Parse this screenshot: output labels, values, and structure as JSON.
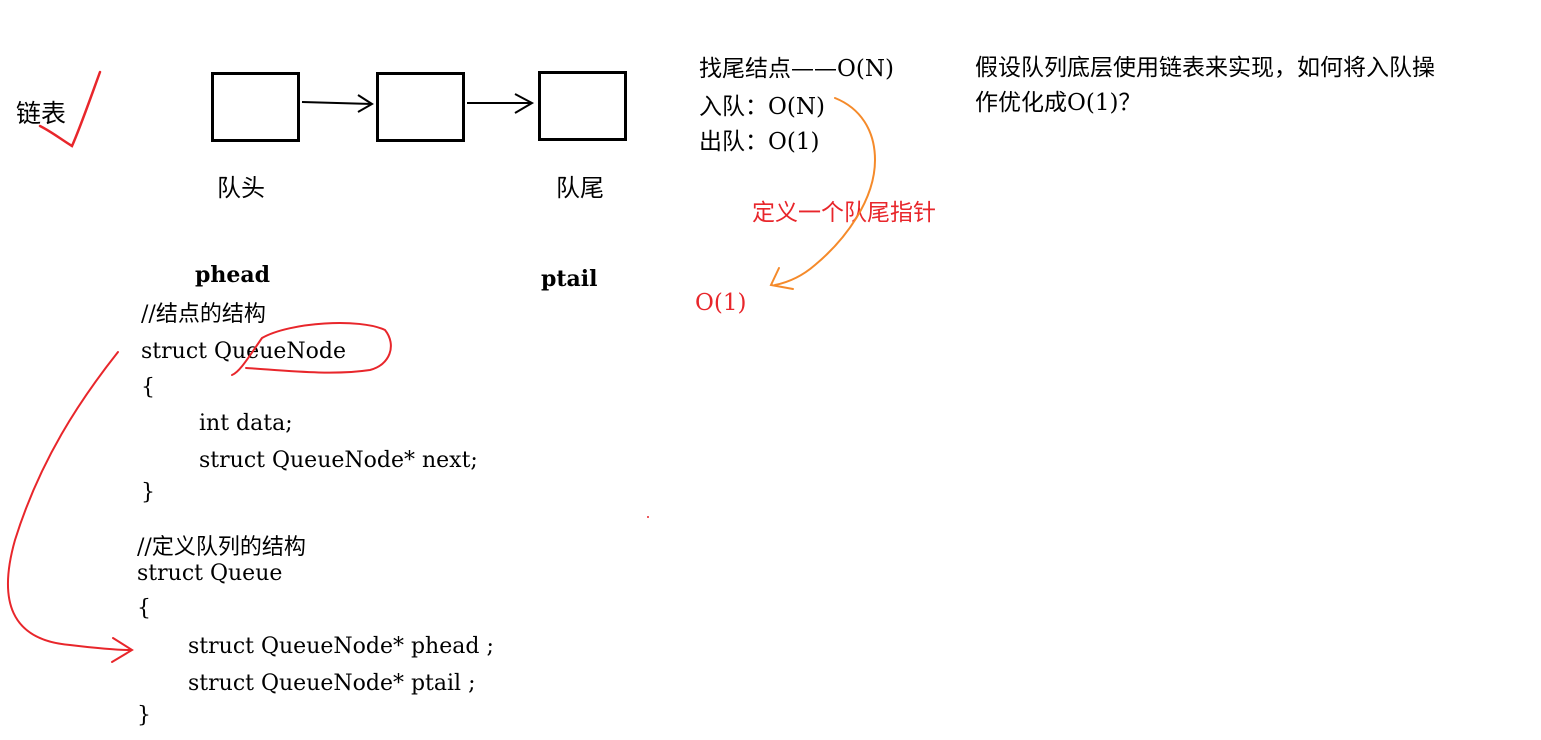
{
  "left_label": "链表",
  "nodes": {
    "head_label": "队头",
    "tail_label": "队尾",
    "head_ptr": "phead",
    "tail_ptr": "ptail"
  },
  "complexity": {
    "find_tail": "找尾结点——O(N)",
    "enqueue": "入队：O(N)",
    "dequeue": "出队：O(1)",
    "tail_pointer_note": "定义一个队尾指针",
    "optimized": "O(1)"
  },
  "question": {
    "line1": "假设队列底层使用链表来实现，如何将入队操",
    "line2": "作优化成O(1)？"
  },
  "code": {
    "comment_node": "//结点的结构",
    "node_struct": "struct QueueNode",
    "open1": "{",
    "field_data": "int data;",
    "field_next": "struct QueueNode* next;",
    "close1": "}",
    "comment_queue": "//定义队列的结构",
    "queue_struct": "struct Queue",
    "open2": "{",
    "field_phead": "struct QueueNode* phead ;",
    "field_ptail": "struct QueueNode* ptail ;",
    "close2": "}"
  },
  "colors": {
    "red_annotation": "#e8262b",
    "orange_annotation": "#f58a2a",
    "text": "#000000"
  }
}
